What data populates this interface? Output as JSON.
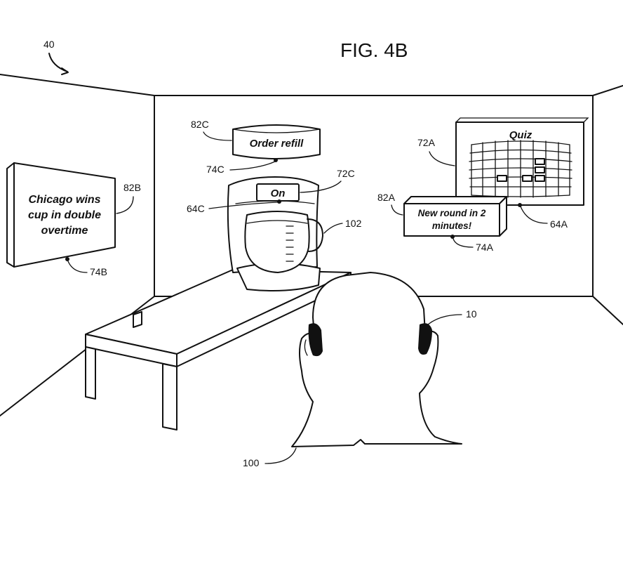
{
  "figure": {
    "title": "FIG. 4B"
  },
  "labels": {
    "ref_40": "40",
    "ref_82C": "82C",
    "ref_74C": "74C",
    "ref_72C": "72C",
    "ref_64C": "64C",
    "ref_102": "102",
    "ref_72A": "72A",
    "ref_82A": "82A",
    "ref_64A": "64A",
    "ref_74A": "74A",
    "ref_82B": "82B",
    "ref_74B": "74B",
    "ref_10": "10",
    "ref_100": "100"
  },
  "callouts": {
    "order_refill": "Order refill",
    "on_status": "On",
    "quiz_title": "Quiz",
    "new_round_line1": "New round in 2",
    "new_round_line2": "minutes!",
    "chicago_line1": "Chicago wins",
    "chicago_line2": "cup in double",
    "chicago_line3": "overtime"
  }
}
